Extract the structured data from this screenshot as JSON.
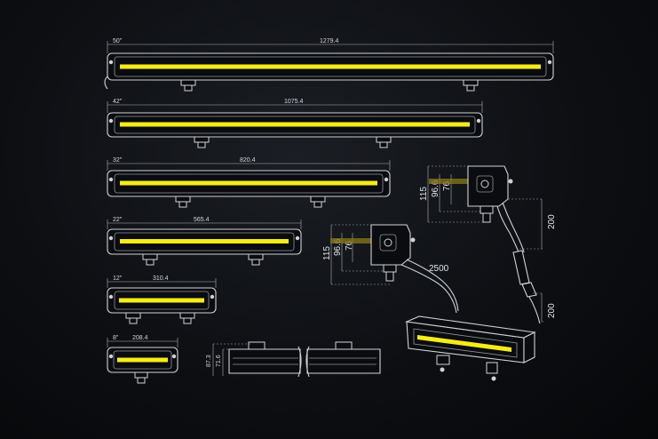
{
  "bars": [
    {
      "size": "50\"",
      "length": "1279.4"
    },
    {
      "size": "42\"",
      "length": "1075.4"
    },
    {
      "size": "32\"",
      "length": "820.4"
    },
    {
      "size": "22\"",
      "length": "565.4"
    },
    {
      "size": "12\"",
      "length": "310.4"
    },
    {
      "size": "8\"",
      "length": "208.4"
    }
  ],
  "side_view_a": {
    "total_height": "115",
    "height_mid": "96.6",
    "height_inner": "76",
    "cable_length": "200"
  },
  "side_view_b": {
    "total_height": "115",
    "height_mid": "96.6",
    "height_inner": "76",
    "cable_length": "2500"
  },
  "connector_length": "200",
  "profile_view": {
    "height_outer": "87.3",
    "height_inner": "71.6"
  },
  "colors": {
    "led": "#f4ec1a",
    "line": "#cfd3d8",
    "background": "#0d0f13"
  }
}
